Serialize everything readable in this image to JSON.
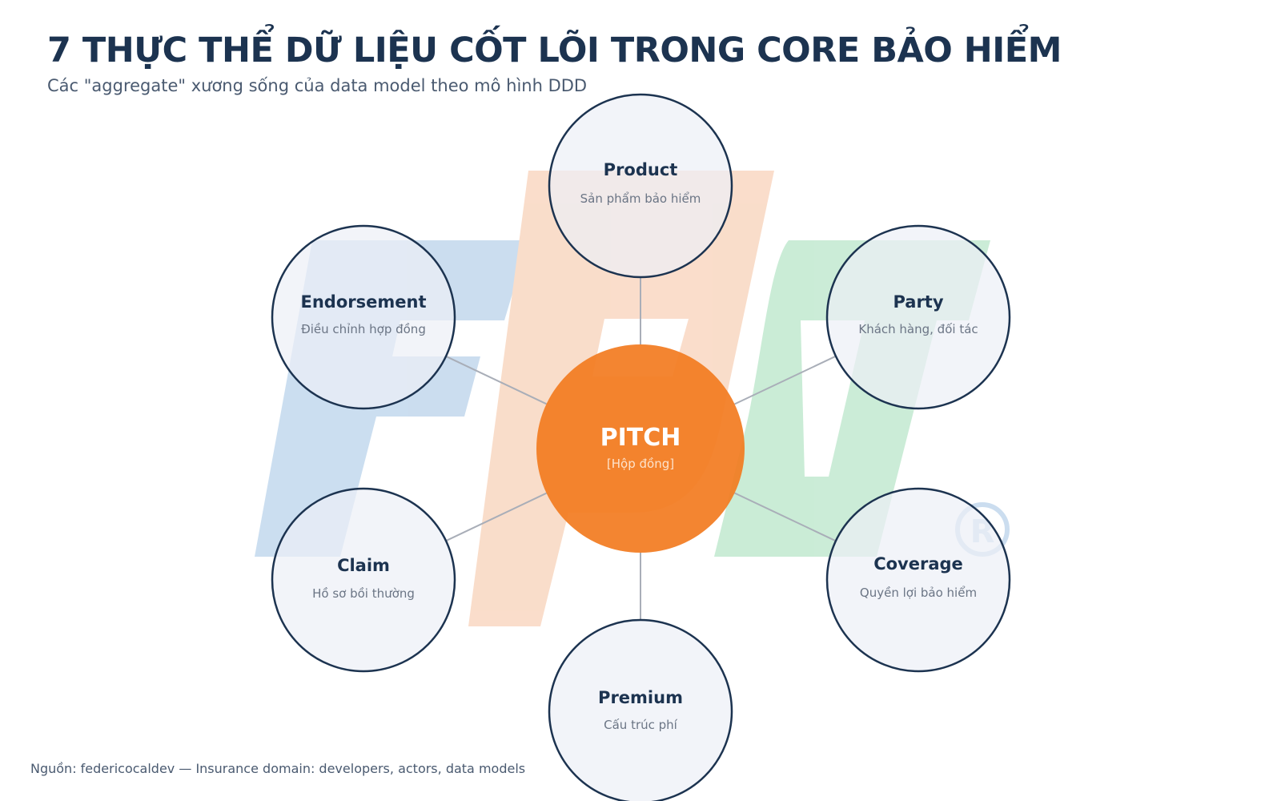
{
  "header": {
    "title": "7 THỰC THỂ DỮ LIỆU CỐT LÕI TRONG CORE BẢO HIỂM",
    "subtitle": "Các \"aggregate\" xương sống của data model theo mô hình DDD"
  },
  "diagram": {
    "center": {
      "name": "PITCH",
      "desc": "[Hộp đồng]"
    },
    "nodes": [
      {
        "id": "product",
        "name": "Product",
        "desc": "Sản phẩm bảo hiểm"
      },
      {
        "id": "party",
        "name": "Party",
        "desc": "Khách hàng, đối tác"
      },
      {
        "id": "coverage",
        "name": "Coverage",
        "desc": "Quyền lợi bảo hiểm"
      },
      {
        "id": "premium",
        "name": "Premium",
        "desc": "Cấu trúc phí"
      },
      {
        "id": "claim",
        "name": "Claim",
        "desc": "Hồ sơ bồi thường"
      },
      {
        "id": "endorsement",
        "name": "Endorsement",
        "desc": "Điều chỉnh hợp đồng"
      }
    ]
  },
  "watermark": {
    "name": "FPT-logo-watermark",
    "colors": {
      "f": "#a9c8e6",
      "p": "#f6c7a8",
      "t": "#a8e0bc"
    }
  },
  "colors": {
    "title": "#1c3350",
    "center_fill": "#f27b1f",
    "node_fill": "#eceff6",
    "node_stroke": "#1c3350",
    "connector": "#a9aeb8"
  },
  "footer": {
    "source": "Nguồn: federicocaldev — Insurance domain: developers, actors, data models"
  }
}
